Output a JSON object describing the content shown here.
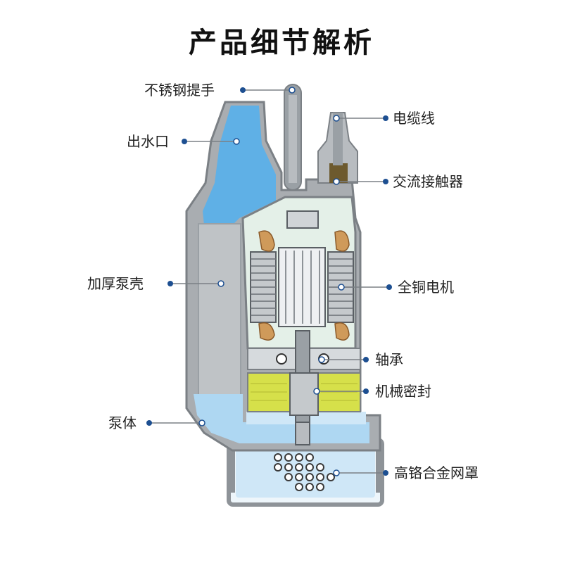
{
  "title": "产品细节解析",
  "colors": {
    "leader_dot": "#1d4f91",
    "water": "#5fb0e6",
    "water_light": "#cfe7f7",
    "casing": "#b8bcc0",
    "casing_dark": "#8e9398",
    "motor_bg": "#e4f0e8",
    "coil": "#cf9a5a",
    "oil": "#d6e04a"
  },
  "labels": {
    "handle": "不锈钢提手",
    "cable": "电缆线",
    "outlet": "出水口",
    "contactor": "交流接触器",
    "shell": "加厚泵壳",
    "motor": "全铜电机",
    "bearing": "轴承",
    "seal": "机械密封",
    "body": "泵体",
    "mesh": "高铬合金网罩"
  }
}
